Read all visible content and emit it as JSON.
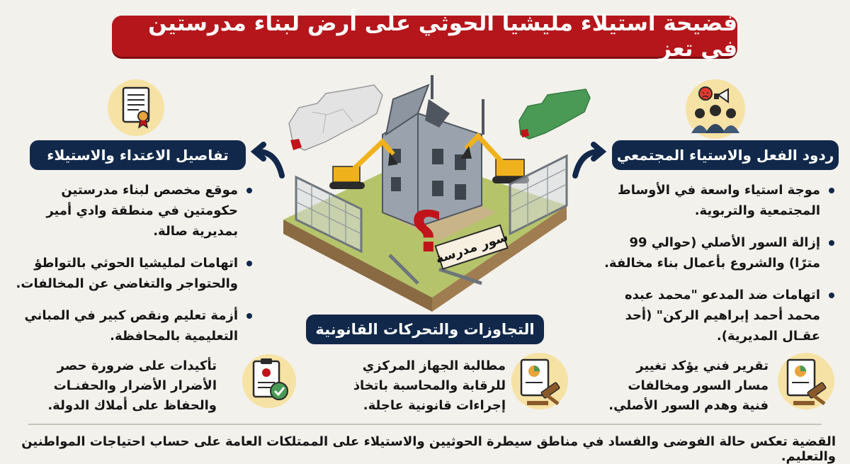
{
  "title": "فضيحة استيلاء مليشيا الحوثي على أرض لبناء مدرستين في تعز",
  "left_section": {
    "heading": "تفاصيل الاعتداء والاستيلاء",
    "items": [
      "موقع مخصص لبناء مدرستين حكومتين في منطقة وادي أمير بمديرية صالة.",
      "اتهامات لمليشيا الحوثي  بالتواطؤ والحتواجر والتغاضي عن المخالفات.",
      "أزمة تعليم ونقص كبير في المباني التعليمية بالمحافظة."
    ]
  },
  "right_section": {
    "heading": "ردود الفعل والاستياء المجتمعي",
    "items": [
      "موجة استياء واسعة في الأوساط المجتمعية والتربوية.",
      "إزالة السور الأصلي (حوالي 99 مترًا) والشروع بأعمال بناء مخالفة.",
      "اتهامات ضد المدعو \"محمد عبده محمد أحمد إبراهيم الركن\" (أحد عقـال المديرية)."
    ]
  },
  "center_section": {
    "heading": "التجاوزات والتحركات القانونية",
    "sign": "سور مدرسة",
    "question_mark": "؟"
  },
  "bottom_items": {
    "left": "تأكيدات على ضرورة حصر الأضرار الأضرار والحفنـات والحفاظ على أملاك الدولة.",
    "middle": "مطالبة الجهاز المركزي للرقابة والمحاسبة باتخاذ إجراءات قانونية عاجلة.",
    "right": "تقرير فني يؤكد تغيير مسار السور ومخالفات فنية وهدم السور الأصلي."
  },
  "footer": "القضية تعكس حالة الفوضى والفساد في مناطق سيطرة الحوثيين والاستيلاء على الممتلكات العامة على حساب احتياجات المواطنين والتعليم.",
  "icons": {
    "document": "certificate-icon",
    "protest": "protest-crowd-icon",
    "gavel_report": "gavel-report-icon",
    "checklist": "checklist-approve-icon",
    "map_gray": "yemen-map-icon",
    "map_green": "yemen-map-icon"
  },
  "colors": {
    "title_red": "#b5161b",
    "navy": "#11284a",
    "icon_bg": "#f6e2a4",
    "map_green": "#4a9a55",
    "accent_red": "#c0141a"
  }
}
